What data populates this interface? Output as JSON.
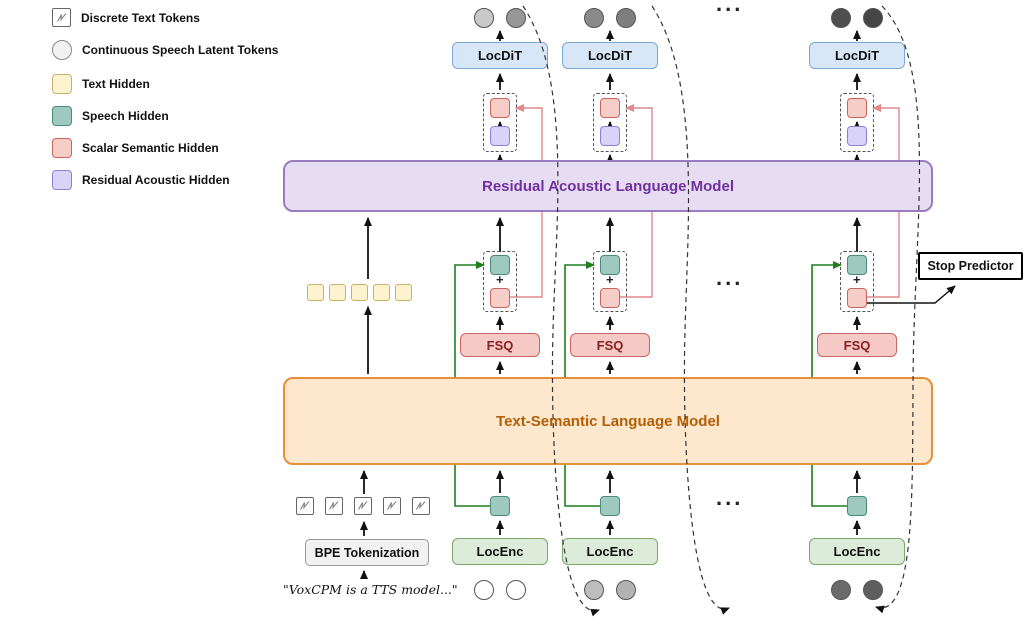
{
  "legend": {
    "items": [
      {
        "label": "Discrete Text Tokens"
      },
      {
        "label": "Continuous Speech Latent Tokens"
      },
      {
        "label": "Text Hidden",
        "color": "#fdf3cf"
      },
      {
        "label": "Speech Hidden",
        "color": "#9ec9bf"
      },
      {
        "label": "Scalar Semantic Hidden",
        "color": "#f6cdc7"
      },
      {
        "label": "Residual Acoustic Hidden",
        "color": "#d9d4f7"
      }
    ]
  },
  "modules": {
    "locdit": "LocDiT",
    "locenc": "LocEnc",
    "fsq": "FSQ",
    "residual_lm": "Residual Acoustic Language Model",
    "text_semantic_lm": "Text-Semantic Language Model",
    "stop_predictor": "Stop Predictor",
    "bpe": "BPE Tokenization"
  },
  "labels": {
    "quote": "\"VoxCPM is a TTS model...\"",
    "ellipsis": "...",
    "plus": "+"
  },
  "colors": {
    "locdit_fill": "#d7e7f7",
    "locdit_border": "#7da7cc",
    "locenc_fill": "#dcecd8",
    "locenc_border": "#78a86a",
    "fsq_fill": "#f4c9c6",
    "fsq_border": "#c9655e",
    "residual_lm_fill": "#e7ddf2",
    "residual_lm_border": "#9a7cc0",
    "residual_lm_text": "#7030a0",
    "text_semantic_lm_fill": "#fde7cd",
    "text_semantic_lm_border": "#e69138",
    "text_semantic_lm_text": "#b45f06",
    "green_wire": "#1e7e1e",
    "pink_wire": "#e08a8a",
    "top_circles": [
      [
        "#c9c9c9",
        "#979797"
      ],
      [
        "#8a8a8a",
        "#7f7f7f"
      ],
      [
        "#4e4e4e",
        "#454545"
      ]
    ],
    "bottom_circles": [
      [
        "#ffffff",
        "#ffffff"
      ],
      [
        "#bdbdbd",
        "#b3b3b3"
      ],
      [
        "#6b6b6b",
        "#5e5e5e"
      ]
    ]
  }
}
